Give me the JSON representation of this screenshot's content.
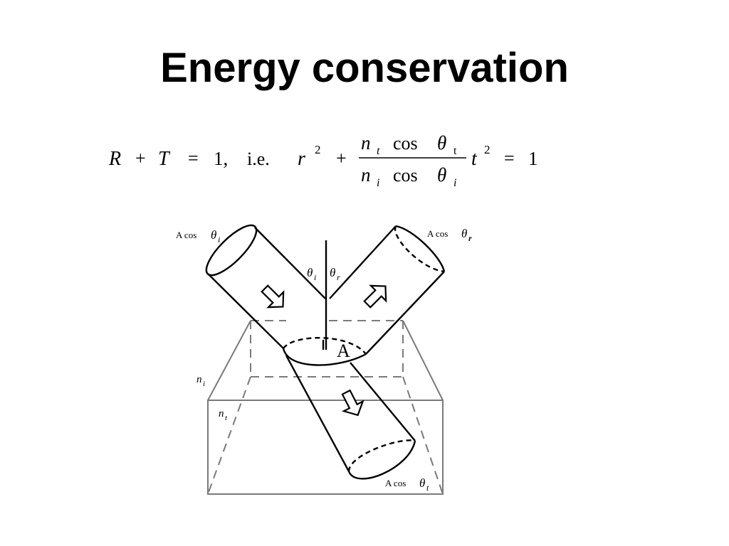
{
  "slide": {
    "title": "Energy conservation"
  },
  "equation": {
    "R": "R",
    "plus1": "+",
    "T": "T",
    "eq1": "=",
    "one1": "1,",
    "ie": "i.e.",
    "r": "r",
    "r_exp": "2",
    "plus2": "+",
    "nt": "n",
    "nt_sub": "t",
    "cos_num": "cos",
    "theta_num": "θ",
    "theta_num_sub": "t",
    "ni": "n",
    "ni_sub": "i",
    "cos_den": "cos",
    "theta_den": "θ",
    "theta_den_sub": "i",
    "t": "t",
    "t_exp": "2",
    "eq2": "=",
    "one2": "1"
  },
  "figure": {
    "incident_area": {
      "prefix": "A cos",
      "theta": "θ",
      "sub": "i"
    },
    "reflected_area": {
      "prefix": "A cos",
      "theta": "θ",
      "sub": "r"
    },
    "transmitted_area": {
      "prefix": "A cos",
      "theta": "θ",
      "sub": "t"
    },
    "theta_i": {
      "theta": "θ",
      "sub": "i"
    },
    "theta_r": {
      "theta": "θ",
      "sub": "r"
    },
    "area": "A",
    "n_i": {
      "n": "n",
      "sub": "i"
    },
    "n_t": {
      "n": "n",
      "sub": "t"
    }
  }
}
